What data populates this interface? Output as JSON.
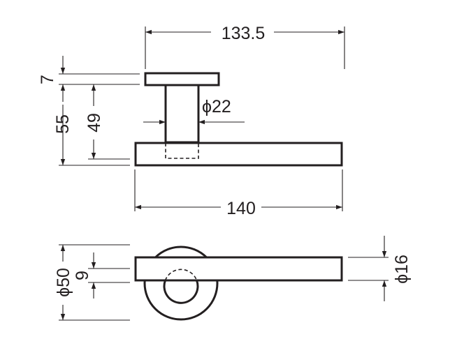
{
  "dimensions": {
    "overall_width": "133.5",
    "rose_thickness": "7",
    "overall_height": "55",
    "lever_height": "49",
    "neck_diameter": "ϕ22",
    "lever_length": "140",
    "rose_diameter": "ϕ50",
    "lever_offset": "9",
    "spindle_diameter": "ϕ16"
  },
  "colors": {
    "line": "#231f20",
    "background": "#ffffff"
  }
}
